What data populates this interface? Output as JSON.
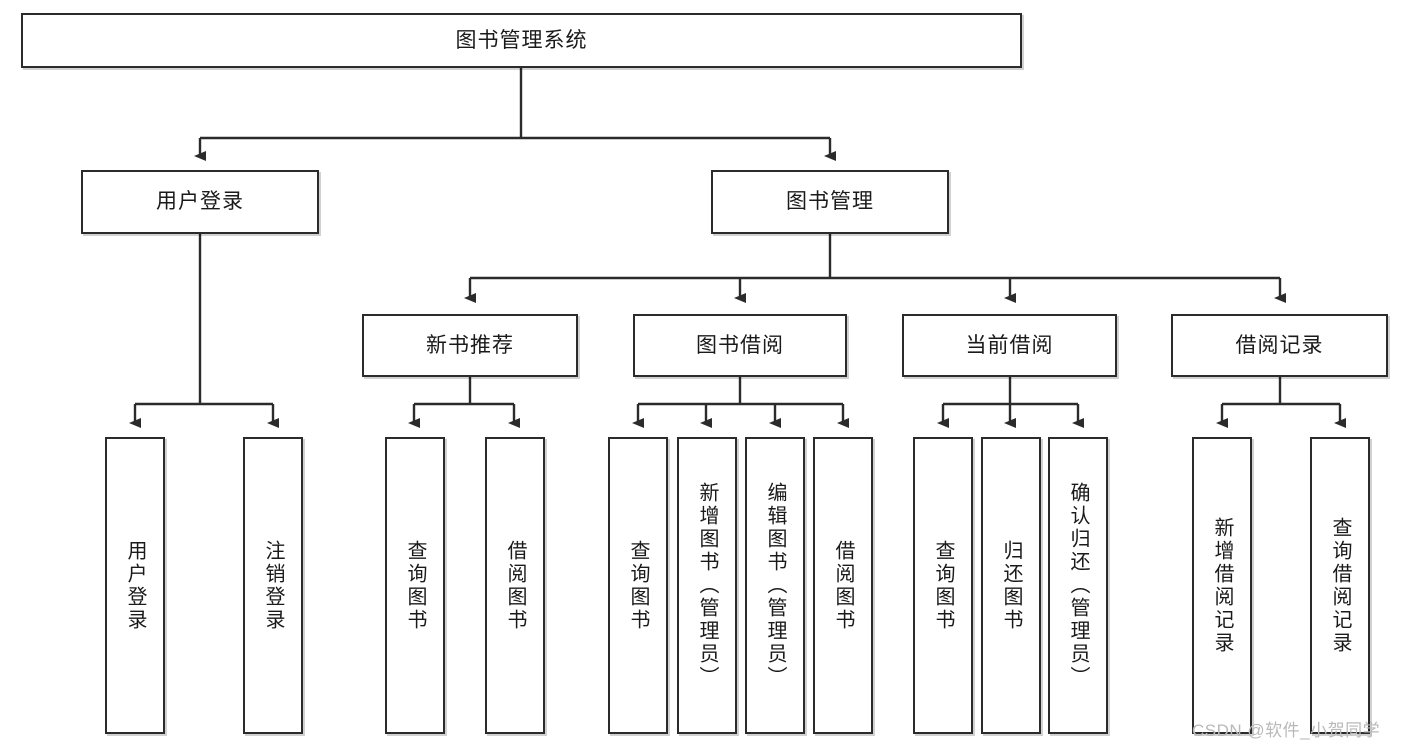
{
  "diagram": {
    "title_node": {
      "label": "图书管理系统"
    },
    "level2": [
      {
        "label": "用户登录"
      },
      {
        "label": "图书管理"
      }
    ],
    "level3": [
      {
        "label": "新书推荐"
      },
      {
        "label": "图书借阅"
      },
      {
        "label": "当前借阅"
      },
      {
        "label": "借阅记录"
      }
    ],
    "leaves": {
      "user_login": [
        {
          "label": "用户登录"
        },
        {
          "label": "注销登录"
        }
      ],
      "new_book_recommend": [
        {
          "label": "查询图书"
        },
        {
          "label": "借阅图书"
        }
      ],
      "book_borrow": [
        {
          "label": "查询图书"
        },
        {
          "label": "新增图书（管理员）"
        },
        {
          "label": "编辑图书（管理员）"
        },
        {
          "label": "借阅图书"
        }
      ],
      "current_borrow": [
        {
          "label": "查询图书"
        },
        {
          "label": "归还图书"
        },
        {
          "label": "确认归还（管理员）"
        }
      ],
      "borrow_record": [
        {
          "label": "新增借阅记录"
        },
        {
          "label": "查询借阅记录"
        }
      ]
    }
  },
  "watermark": {
    "text": "CSDN @软件_小贺同学"
  },
  "colors": {
    "box_border": "#2b2b2b",
    "box_fill": "#ffffff",
    "edge": "#2b2b2b",
    "text": "#1a1a1a",
    "watermark": "#b9b9b9"
  }
}
